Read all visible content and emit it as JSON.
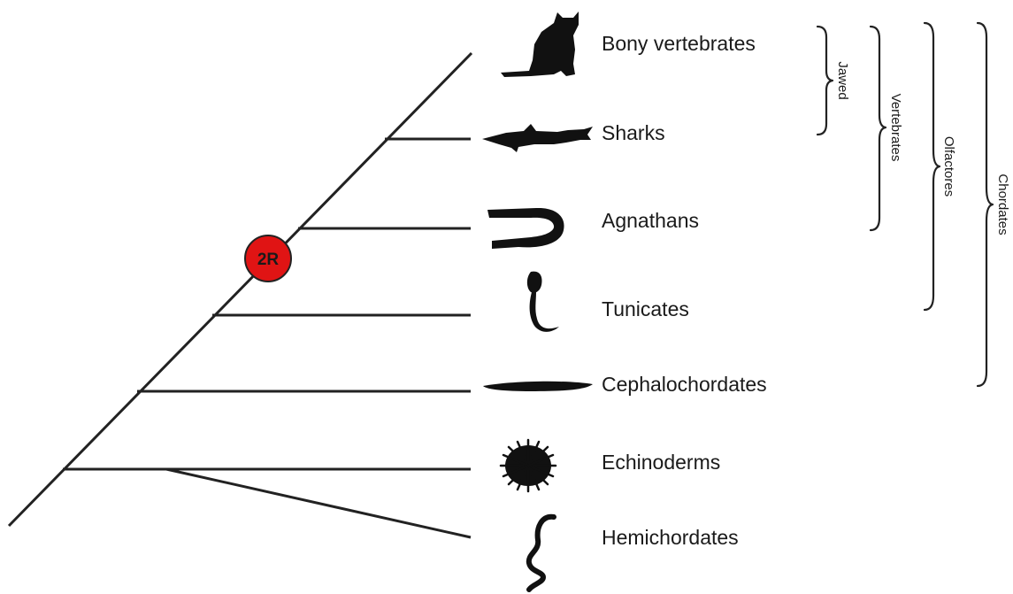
{
  "taxa": [
    {
      "label": "Bony vertebrates",
      "icon": "cat-silhouette-icon"
    },
    {
      "label": "Sharks",
      "icon": "shark-silhouette-icon"
    },
    {
      "label": "Agnathans",
      "icon": "lamprey-silhouette-icon"
    },
    {
      "label": "Tunicates",
      "icon": "tunicate-larva-silhouette-icon"
    },
    {
      "label": "Cephalochordates",
      "icon": "lancelet-silhouette-icon"
    },
    {
      "label": "Echinoderms",
      "icon": "sea-urchin-silhouette-icon"
    },
    {
      "label": "Hemichordates",
      "icon": "acorn-worm-silhouette-icon"
    }
  ],
  "clades": {
    "jawed": "Jawed",
    "vertebrates": "Vertebrates",
    "olfactores": "Olfactores",
    "chordates": "Chordates"
  },
  "event": {
    "label": "2R",
    "color": "#e01414"
  }
}
